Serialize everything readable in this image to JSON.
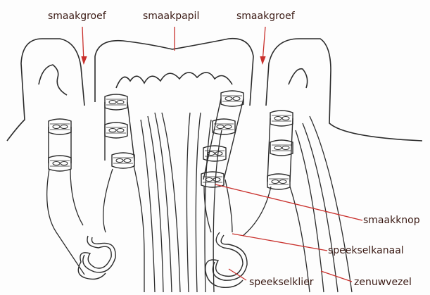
{
  "labels": {
    "smaakgroef_left": "smaakgroef",
    "smaakpapil": "smaakpapil",
    "smaakgroef_right": "smaakgroef",
    "smaakknop": "smaakknop",
    "speekselkanaal": "speekselkanaal",
    "speekselklier": "speekselklier",
    "zenuwvezel": "zenuwvezel"
  },
  "colors": {
    "ink": "#2b2b2b",
    "pointer": "#c9302c",
    "label_text": "#3a1a14",
    "paper": "#fdfdfd"
  }
}
